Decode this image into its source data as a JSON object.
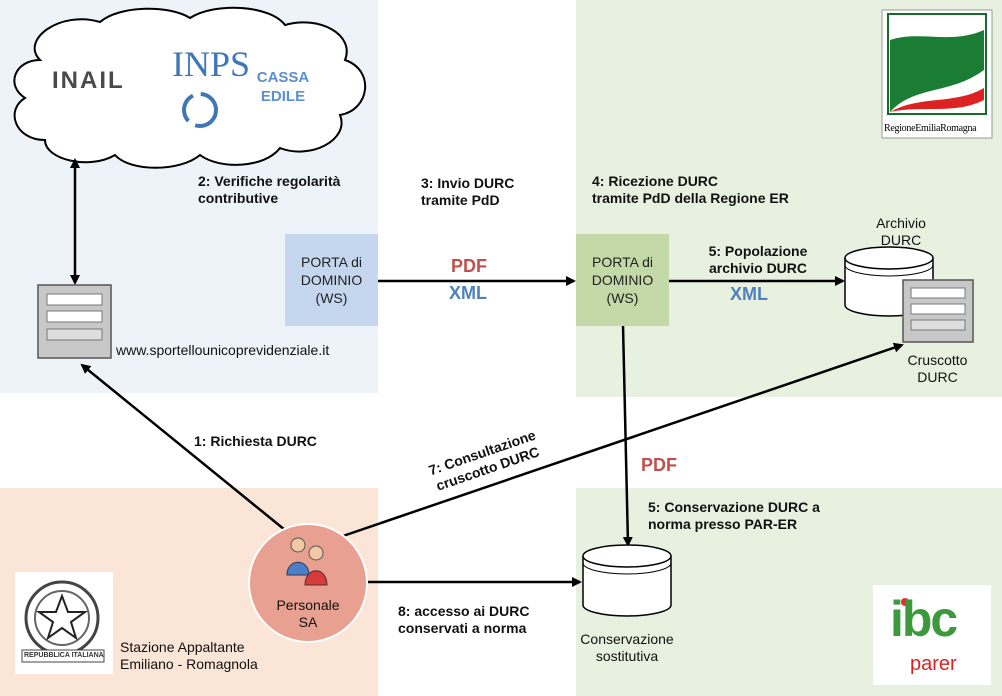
{
  "cloud": {
    "inail": "INAIL",
    "inps": "INPS",
    "cassa_edile_line1": "CASSA",
    "cassa_edile_line2": "EDILE"
  },
  "regione_logo_text": "RegioneEmiliaRomagna",
  "steps": {
    "s1": "1: Richiesta DURC",
    "s2_line1": "2: Verifiche regolarità",
    "s2_line2": "contributive",
    "s3_line1": "3: Invio DURC",
    "s3_line2": "tramite PdD",
    "s4_line1": "4: Ricezione DURC",
    "s4_line2": "tramite PdD della Regione ER",
    "s5a_line1": "5: Popolazione",
    "s5a_line2": "archivio DURC",
    "s5b_line1": "5: Conservazione DURC a",
    "s5b_line2": "norma presso PAR-ER",
    "s7_line1": "7: Consultazione",
    "s7_line2": "cruscotto DURC",
    "s8_line1": "8: accesso ai DURC",
    "s8_line2": "conservati a norma"
  },
  "porta_left": {
    "line1": "PORTA di",
    "line2": "DOMINIO",
    "line3": "(WS)"
  },
  "porta_right": {
    "line1": "PORTA di",
    "line2": "DOMINIO",
    "line3": "(WS)"
  },
  "formats": {
    "pdf_top": "PDF",
    "xml_top": "XML",
    "xml_right": "XML",
    "pdf_down": "PDF"
  },
  "website": "www.sportellounicoprevidenziale.it",
  "archivio": {
    "line1": "Archivio",
    "line2": "DURC"
  },
  "cruscotto": {
    "line1": "Cruscotto",
    "line2": "DURC"
  },
  "personale": {
    "line1": "Personale",
    "line2": "SA"
  },
  "stazione": {
    "line1": "Stazione Appaltante",
    "line2": "Emiliano - Romagnola"
  },
  "conservazione": {
    "line1": "Conservazione",
    "line2": "sostitutiva"
  },
  "emblem_text": "REPUBBLICA ITALIANA",
  "ibc": {
    "logo": "ibc",
    "sub": "parer"
  },
  "colors": {
    "panel_blue": "#eef3fa",
    "panel_green": "#e8f1e0",
    "panel_peach": "#fbe5d6",
    "porta_blue": "#c5d7ef",
    "porta_green": "#c4d9a8",
    "pdf_red": "#c0504d",
    "xml_blue": "#4f81bd",
    "persona_circle": "#e8a090"
  }
}
